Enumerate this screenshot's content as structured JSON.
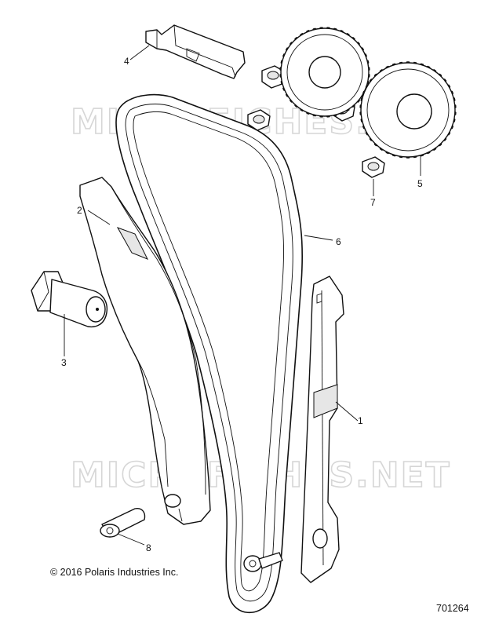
{
  "watermark": "MICROFICHES.NET",
  "copyright": "© 2016 Polaris Industries Inc.",
  "diagram_number": "701264",
  "callouts": [
    {
      "id": "1",
      "text": "1"
    },
    {
      "id": "2",
      "text": "2"
    },
    {
      "id": "3",
      "text": "3"
    },
    {
      "id": "4",
      "text": "4"
    },
    {
      "id": "5",
      "text": "5"
    },
    {
      "id": "6",
      "text": "6"
    },
    {
      "id": "7",
      "text": "7"
    },
    {
      "id": "8",
      "text": "8"
    }
  ]
}
